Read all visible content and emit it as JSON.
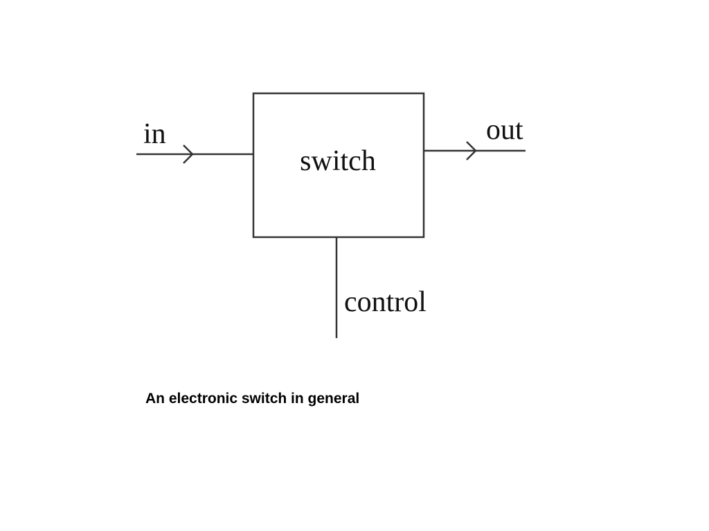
{
  "diagram": {
    "block_label": "switch",
    "input_label": "in",
    "output_label": "out",
    "control_label": "control"
  },
  "caption": "An electronic switch in general",
  "colors": {
    "line": "#333333",
    "text": "#111111",
    "background": "#ffffff"
  }
}
